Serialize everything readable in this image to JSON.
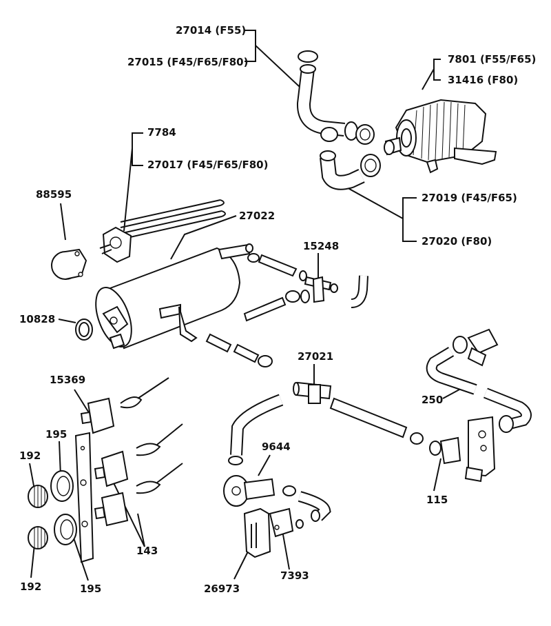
{
  "labels": {
    "l27014": "27014  (F55)",
    "l27015": "27015  (F45/F65/F80)",
    "l7801": "7801 (F55/F65)",
    "l31416": "31416 (F80)",
    "l7784": "7784",
    "l27017": "27017  (F45/F65/F80)",
    "l88595": "88595",
    "l27022": "27022",
    "l27019": "27019 (F45/F65)",
    "l27020": "27020 (F80)",
    "l15248": "15248",
    "l10828": "10828",
    "l27021": "27021",
    "l15369": "15369",
    "l250": "250",
    "l195a": "195",
    "l192a": "192",
    "l9644": "9644",
    "l143": "143",
    "l115": "115",
    "l192b": "192",
    "l195b": "195",
    "l26973": "26973",
    "l7393": "7393"
  }
}
